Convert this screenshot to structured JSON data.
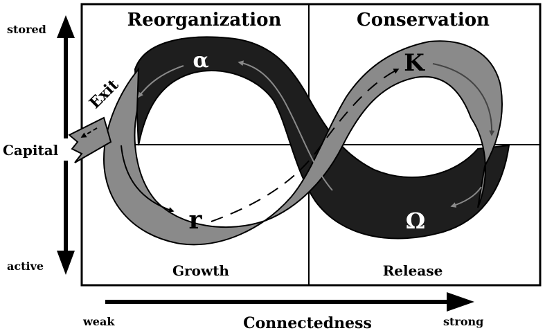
{
  "quadrants": {
    "top_left": "Reorganization",
    "top_right": "Conservation",
    "bottom_left": "Growth",
    "bottom_right": "Release"
  },
  "phases": {
    "alpha": "α",
    "k": "K",
    "r": "r",
    "omega": "Ω"
  },
  "exit_label": "Exit",
  "y_axis": {
    "label": "Capital",
    "top": "stored",
    "bottom": "active"
  },
  "x_axis": {
    "label": "Connectedness",
    "left": "weak",
    "right": "strong"
  },
  "colors": {
    "dark_band": "#1e1e1e",
    "light_band": "#8a8a8a",
    "stroke": "#000000",
    "arrow": "#000000"
  }
}
